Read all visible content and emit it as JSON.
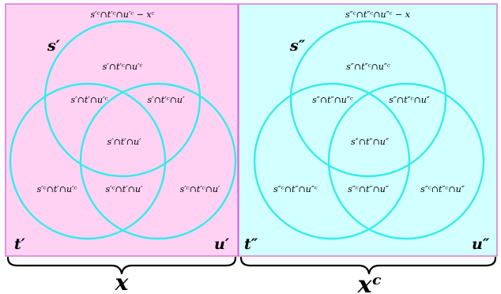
{
  "colors": {
    "left_panel_fill": "#ffd2f3",
    "right_panel_fill": "#d2ffff",
    "panel_border": "#d66fd6",
    "circle_stroke": "#33ecec",
    "text": "#000000"
  },
  "panels": [
    {
      "id": "left",
      "outside_region": "s′ᶜ∩t′ᶜ∩u′ᶜ − xᶜ",
      "set_labels": {
        "s": "s′",
        "t": "t′",
        "u": "u′"
      },
      "regions": {
        "s_only": "s′∩t′ᶜ∩u′ᶜ",
        "s_and_t": "s′∩t′∩u′ᶜ",
        "s_and_u": "s′∩t′ᶜ∩u′",
        "center": "s′∩t′∩u′",
        "t_only": "s′ᶜ∩t′∩u′ᶜ",
        "t_and_u": "s′ᶜ∩t′∩u′",
        "u_only": "s′ᶜ∩t′ᶜ∩u′"
      },
      "brace_label": "x"
    },
    {
      "id": "right",
      "outside_region": "s″ᶜ∩t″ᶜ∩u″ᶜ − x",
      "set_labels": {
        "s": "s″",
        "t": "t″",
        "u": "u″"
      },
      "regions": {
        "s_only": "s″∩t″ᶜ∩u″ᶜ",
        "s_and_t": "s″∩t″∩u″ᶜ",
        "s_and_u": "s″∩t″ᶜ∩u″",
        "center": "s″∩t″∩u″",
        "t_only": "s″ᶜ∩t″∩u″ᶜ",
        "t_and_u": "s″ᶜ∩t″∩u″",
        "u_only": "s″ᶜ∩t″ᶜ∩u″"
      },
      "brace_label": "xᶜ"
    }
  ]
}
